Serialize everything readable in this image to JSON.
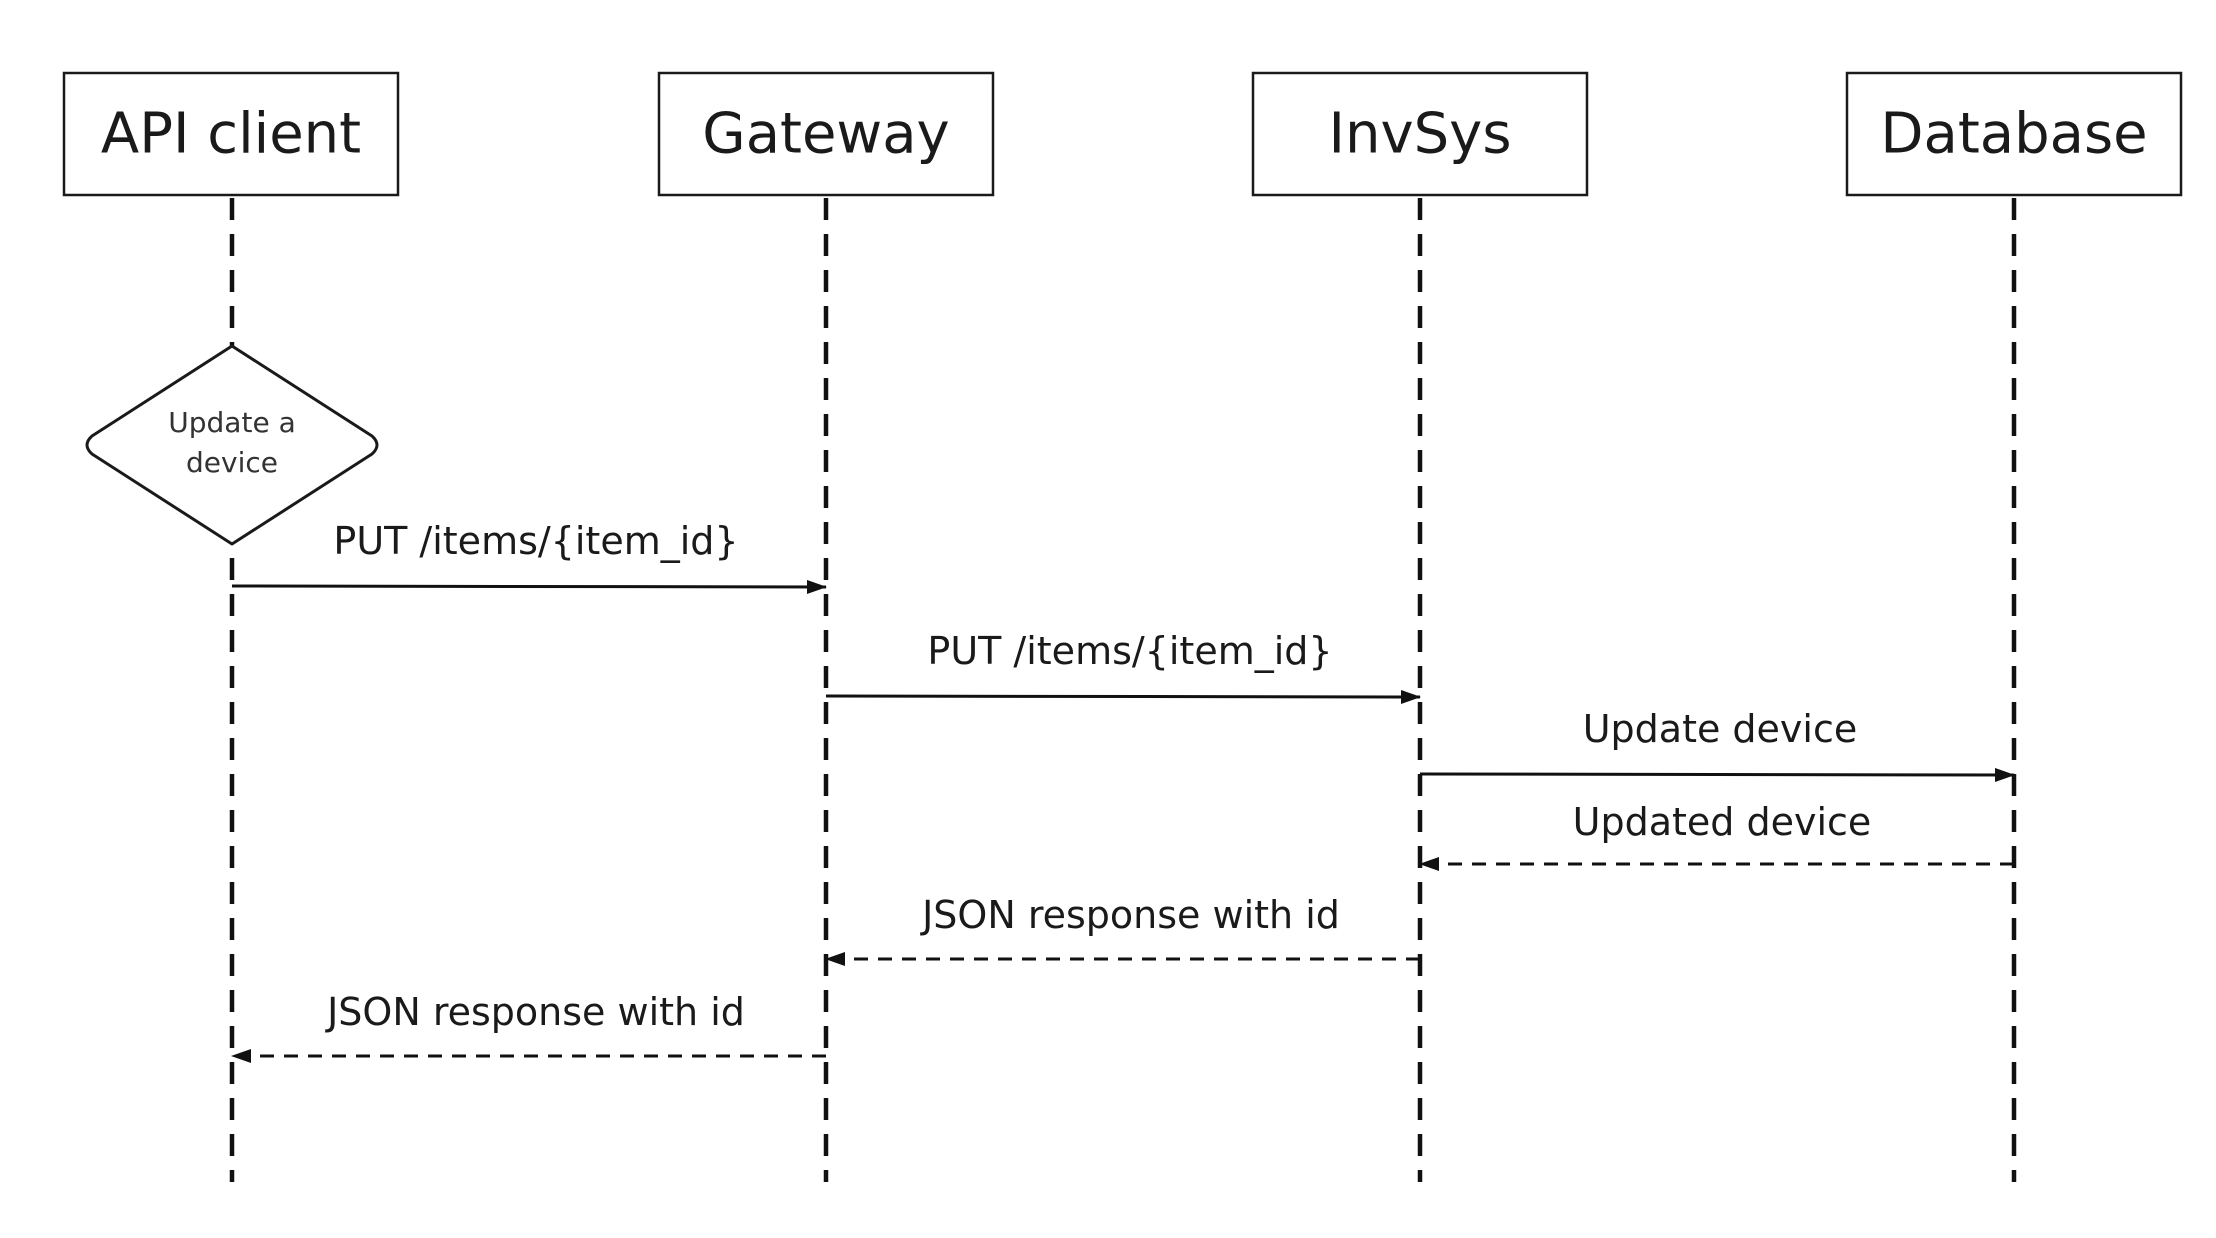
{
  "participants": [
    {
      "id": "api-client",
      "label": "API client"
    },
    {
      "id": "gateway",
      "label": "Gateway"
    },
    {
      "id": "invsys",
      "label": "InvSys"
    },
    {
      "id": "database",
      "label": "Database"
    }
  ],
  "decision": {
    "on": "api-client",
    "lines": [
      "Update a",
      "device"
    ]
  },
  "messages": [
    {
      "from": "api-client",
      "to": "gateway",
      "label": "PUT /items/{item_id}",
      "style": "solid"
    },
    {
      "from": "gateway",
      "to": "invsys",
      "label": "PUT /items/{item_id}",
      "style": "solid"
    },
    {
      "from": "invsys",
      "to": "database",
      "label": "Update device",
      "style": "solid"
    },
    {
      "from": "database",
      "to": "invsys",
      "label": "Updated device",
      "style": "dashed"
    },
    {
      "from": "invsys",
      "to": "gateway",
      "label": "JSON response with id",
      "style": "dashed"
    },
    {
      "from": "gateway",
      "to": "api-client",
      "label": "JSON response with id",
      "style": "dashed"
    }
  ]
}
